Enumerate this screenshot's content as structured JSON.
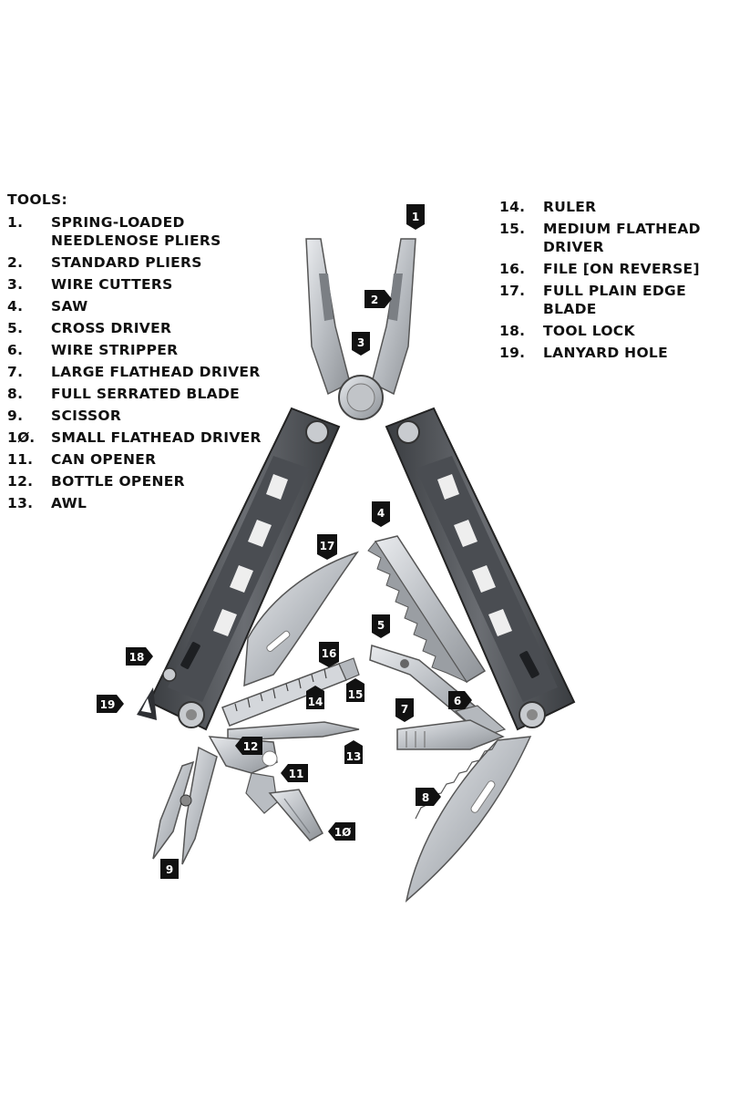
{
  "heading": "TOOLS:",
  "tools": [
    {
      "num": "1.",
      "name": "SPRING-LOADED NEEDLENOSE PLIERS"
    },
    {
      "num": "2.",
      "name": "STANDARD PLIERS"
    },
    {
      "num": "3.",
      "name": "WIRE CUTTERS"
    },
    {
      "num": "4.",
      "name": "SAW"
    },
    {
      "num": "5.",
      "name": "CROSS DRIVER"
    },
    {
      "num": "6.",
      "name": "WIRE STRIPPER"
    },
    {
      "num": "7.",
      "name": "LARGE FLATHEAD DRIVER"
    },
    {
      "num": "8.",
      "name": "FULL SERRATED BLADE"
    },
    {
      "num": "9.",
      "name": "SCISSOR"
    },
    {
      "num": "1Ø.",
      "name": "SMALL FLATHEAD DRIVER"
    },
    {
      "num": "11.",
      "name": "CAN OPENER"
    },
    {
      "num": "12.",
      "name": "BOTTLE OPENER"
    },
    {
      "num": "13.",
      "name": "AWL"
    },
    {
      "num": "14.",
      "name": "RULER"
    },
    {
      "num": "15.",
      "name": "MEDIUM FLATHEAD DRIVER"
    },
    {
      "num": "16.",
      "name": "FILE [ON REVERSE]"
    },
    {
      "num": "17.",
      "name": "FULL PLAIN EDGE BLADE"
    },
    {
      "num": "18.",
      "name": "TOOL LOCK"
    },
    {
      "num": "19.",
      "name": "LANYARD HOLE"
    }
  ],
  "callouts": [
    "1",
    "2",
    "3",
    "4",
    "5",
    "6",
    "7",
    "8",
    "9",
    "1Ø",
    "11",
    "12",
    "13",
    "14",
    "15",
    "16",
    "17",
    "18",
    "19"
  ],
  "colors": {
    "handle": "#5a5d62",
    "handle_dark": "#2e3034",
    "steel": "#c9ccd0",
    "steel_dark": "#8e9297",
    "tag": "#111111"
  }
}
